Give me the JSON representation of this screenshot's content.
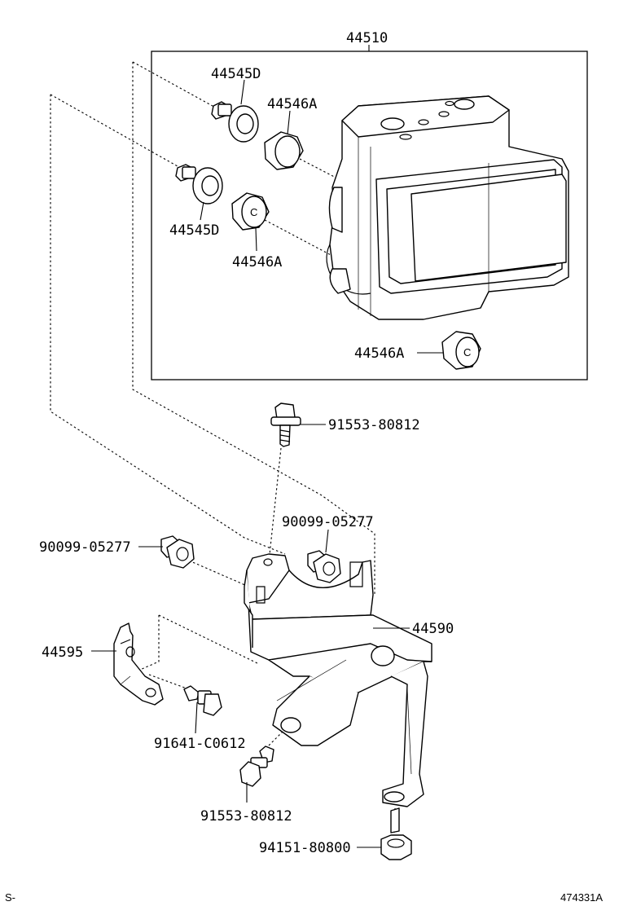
{
  "labels": {
    "assembly": "44510",
    "stopper_d_top": "44545D",
    "stopper_d_bottom": "44545D",
    "cushion_a_top": "44546A",
    "cushion_a_mid": "44546A",
    "cushion_a_bottom": "44546A",
    "bolt_top": "91553-80812",
    "grommet_right": "90099-05277",
    "grommet_left": "90099-05277",
    "bracket": "44590",
    "sub_bracket": "44595",
    "small_bolt": "91641-C0612",
    "bolt_bottom": "91553-80812",
    "nut": "94151-80800"
  },
  "footer": {
    "left_code": "S-",
    "right_code": "474331A"
  }
}
